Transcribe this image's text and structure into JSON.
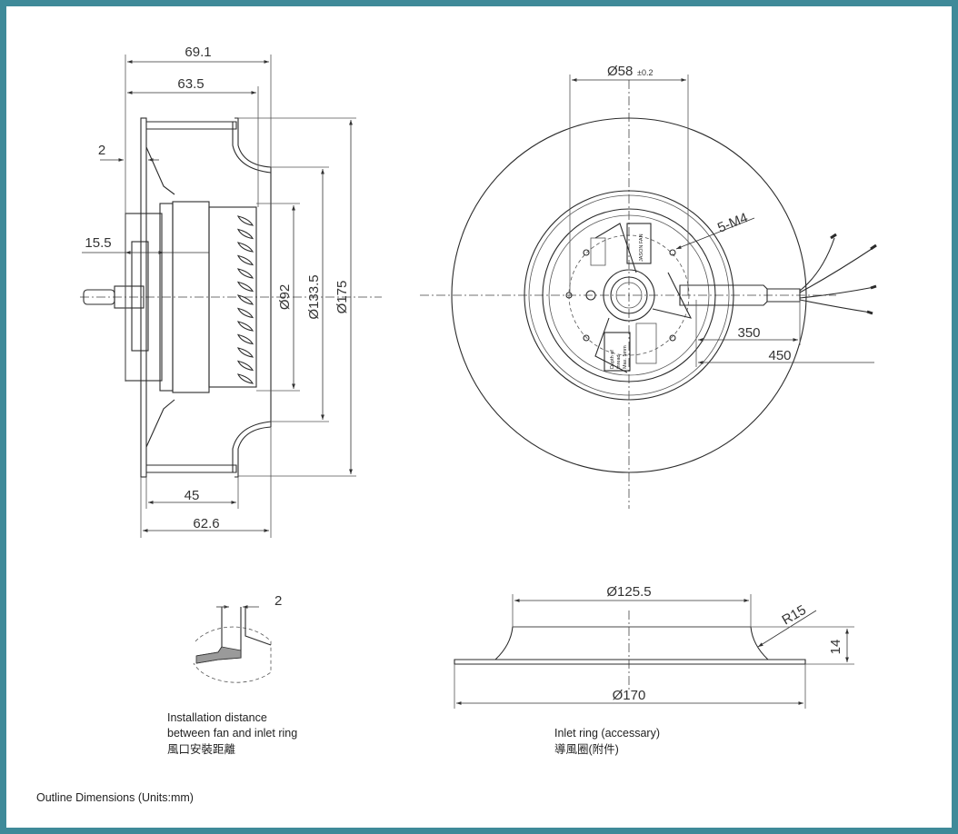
{
  "side_view": {
    "dim_69_1": "69.1",
    "dim_63_5": "63.5",
    "dim_2": "2",
    "dim_15_5": "15.5",
    "dim_phi92": "Ø92",
    "dim_phi133_5": "Ø133.5",
    "dim_phi175": "Ø175",
    "dim_45": "45",
    "dim_62_6": "62.6"
  },
  "front_view": {
    "dim_phi58": "Ø58",
    "dim_phi58_tol": "±0.2",
    "dim_5m4": "5-M4",
    "dim_350": "350",
    "dim_450": "450",
    "label_rating": "JASON FAN",
    "label_depth_1": "Depth of",
    "label_depth_2": "thread",
    "label_depth_3": "Max. 5mm"
  },
  "detail_view": {
    "dim_2": "2",
    "caption_line1": "Installation distance",
    "caption_line2": "between fan and inlet ring",
    "caption_line3": "風口安裝距離"
  },
  "inlet_ring": {
    "dim_phi125_5": "Ø125.5",
    "dim_r15": "R15",
    "dim_14": "14",
    "dim_phi170": "Ø170",
    "caption_line1": "Inlet ring  (accessary)",
    "caption_line2": "導風圈(附件)"
  },
  "footer": {
    "title": "Outline Dimensions (Units:mm)"
  }
}
